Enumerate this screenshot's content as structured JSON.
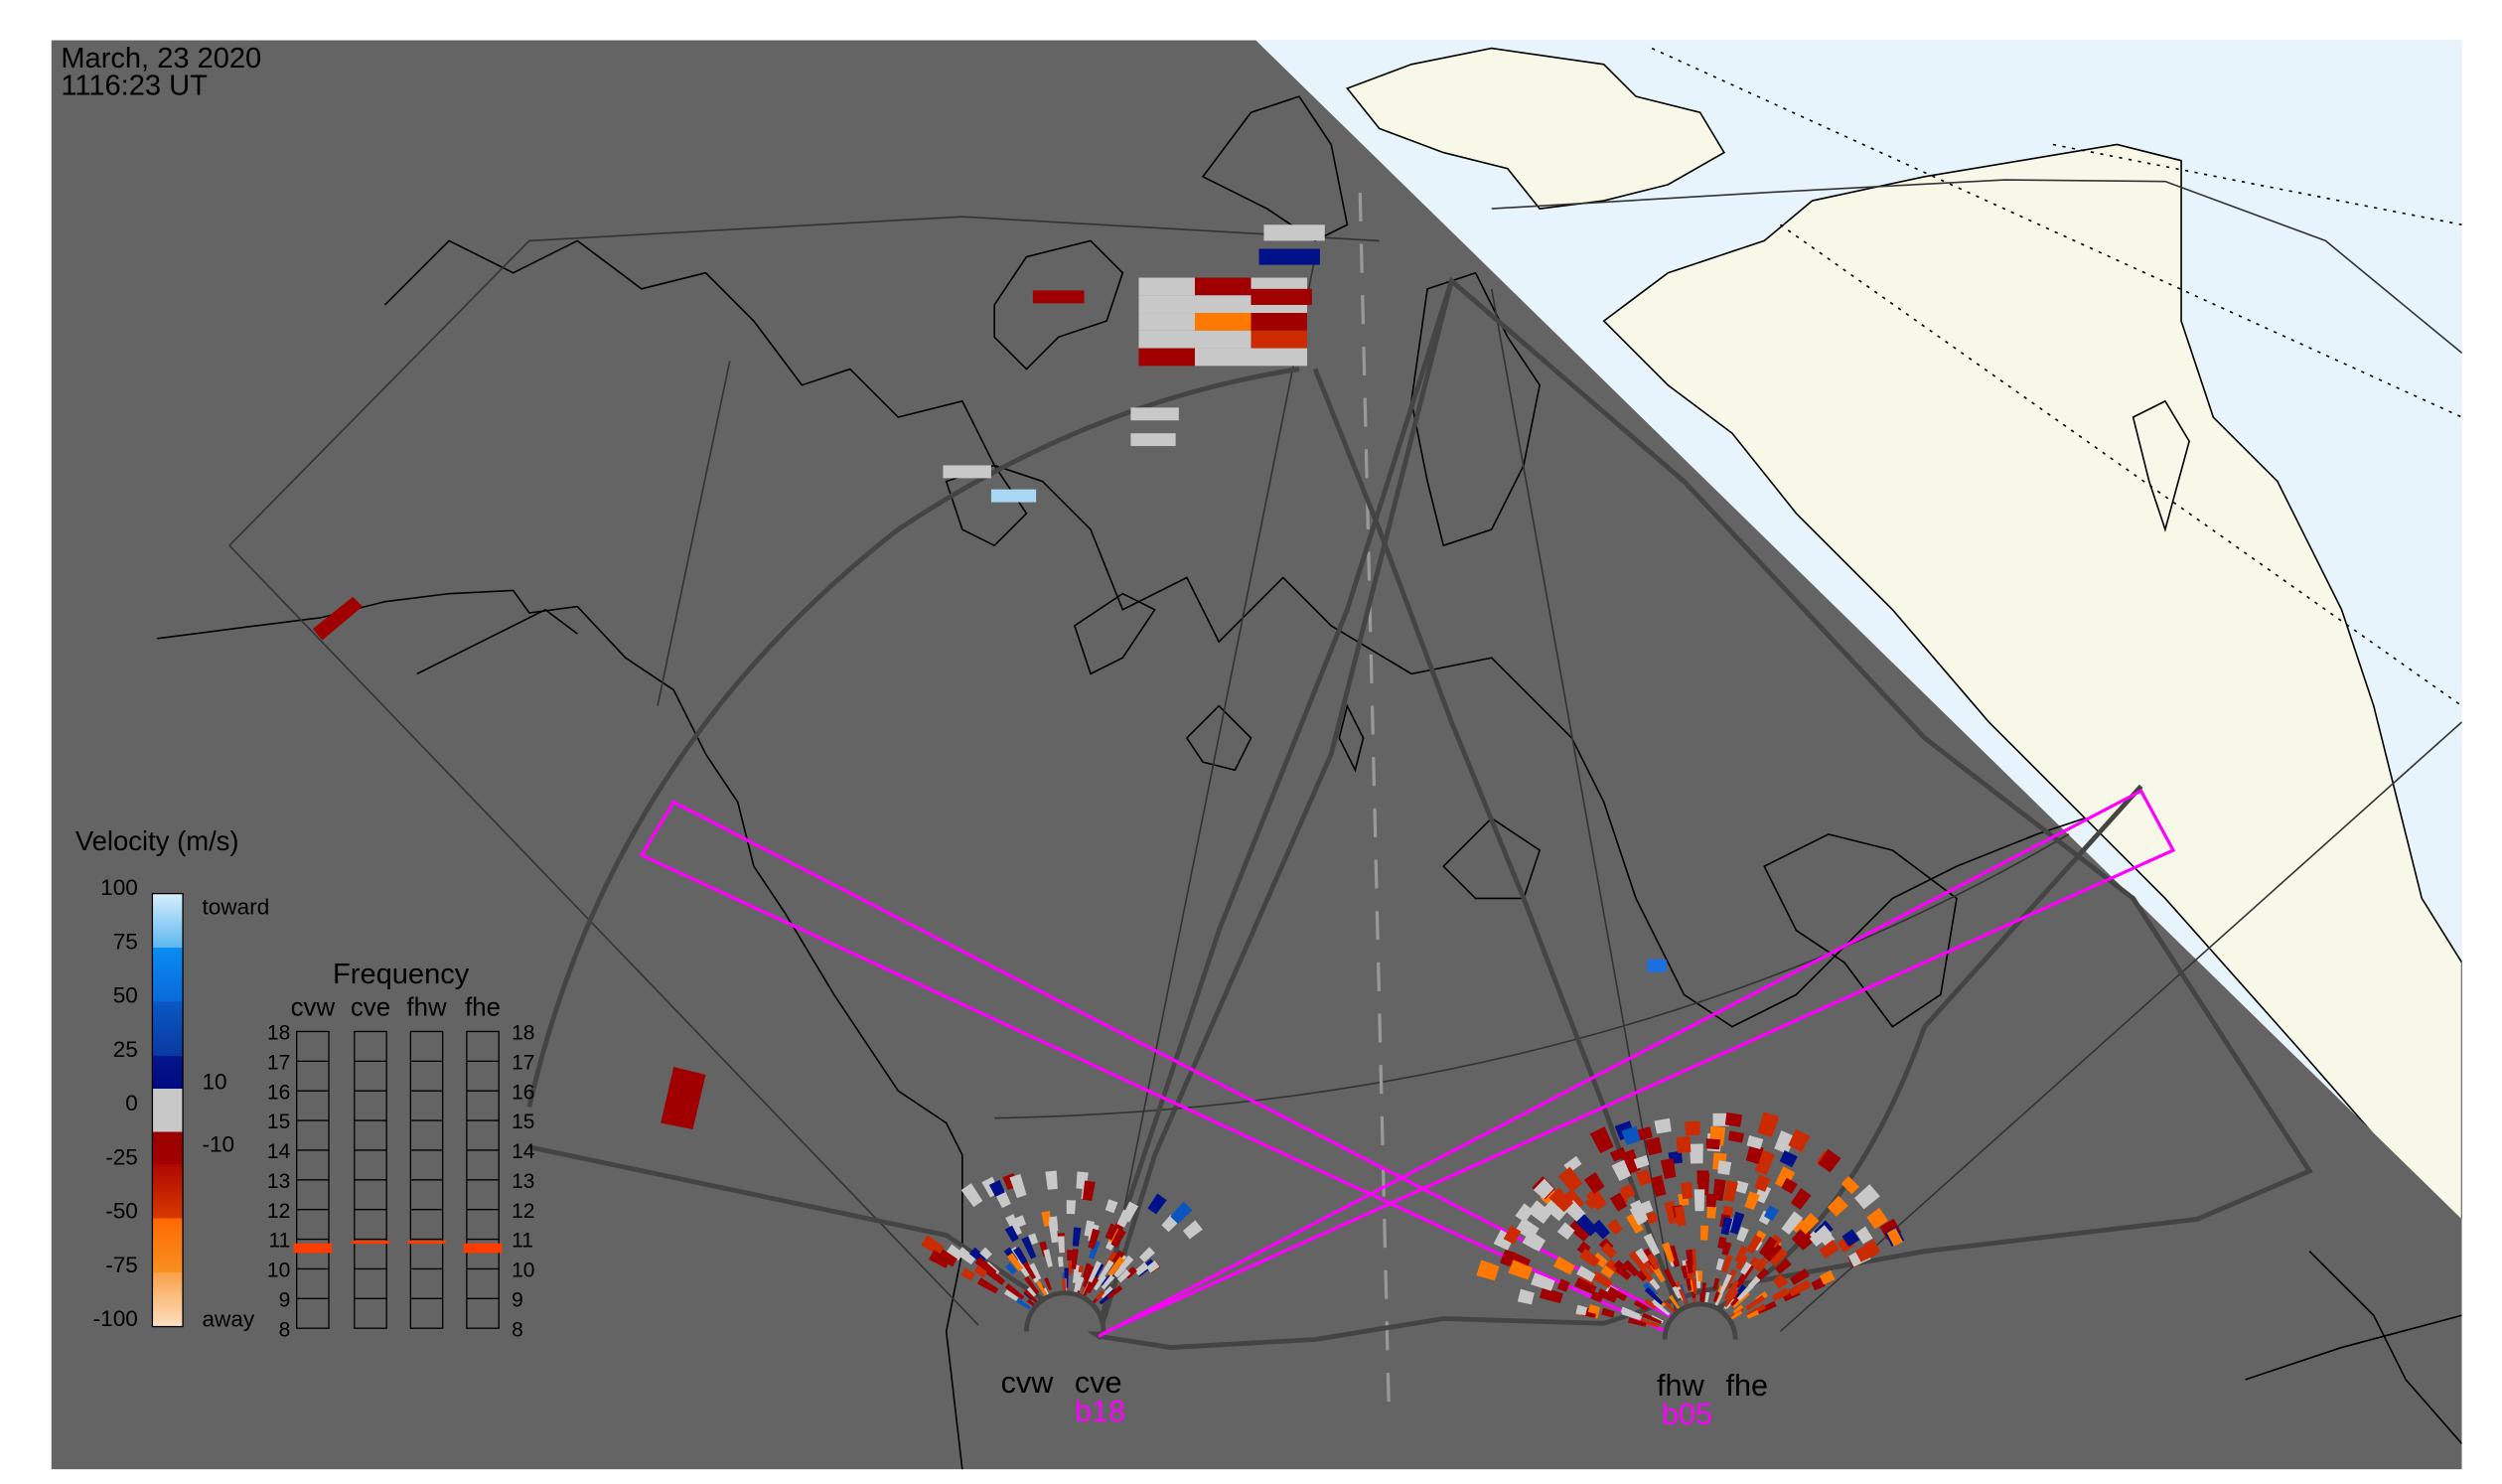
{
  "header": {
    "date": "March, 23 2020",
    "time": "1116:23 UT"
  },
  "legend": {
    "title": "Velocity (m/s)",
    "ticks": [
      "100",
      "75",
      "50",
      "25",
      "0",
      "-25",
      "-50",
      "-75",
      "-100"
    ],
    "toward_label": "toward",
    "away_label": "away",
    "upper_threshold": "10",
    "lower_threshold": "-10",
    "colors": [
      "#a9d8f5",
      "#1a8ff0",
      "#0a55c0",
      "#00118a",
      "#c8c8c8",
      "#a00000",
      "#cc2a00",
      "#ff7800",
      "#fcc890"
    ]
  },
  "frequency": {
    "title": "Frequency",
    "radars": [
      "cvw",
      "cve",
      "fhw",
      "fhe"
    ],
    "ticks": [
      "18",
      "17",
      "16",
      "15",
      "14",
      "13",
      "12",
      "11",
      "10",
      "9",
      "8"
    ],
    "values_mhz": [
      10.7,
      10.9,
      10.9,
      10.7
    ],
    "marker_color": "#ff3c00"
  },
  "stations": {
    "cvw": "cvw",
    "cve": "cve",
    "fhw": "fhw",
    "fhe": "fhe",
    "beam_cve": "b18",
    "beam_fhw": "b05"
  },
  "colors": {
    "night": "#646464",
    "ocean_day": "#e8f4fc",
    "land_day": "#f8f8e8",
    "beam": "#ff00ff"
  }
}
